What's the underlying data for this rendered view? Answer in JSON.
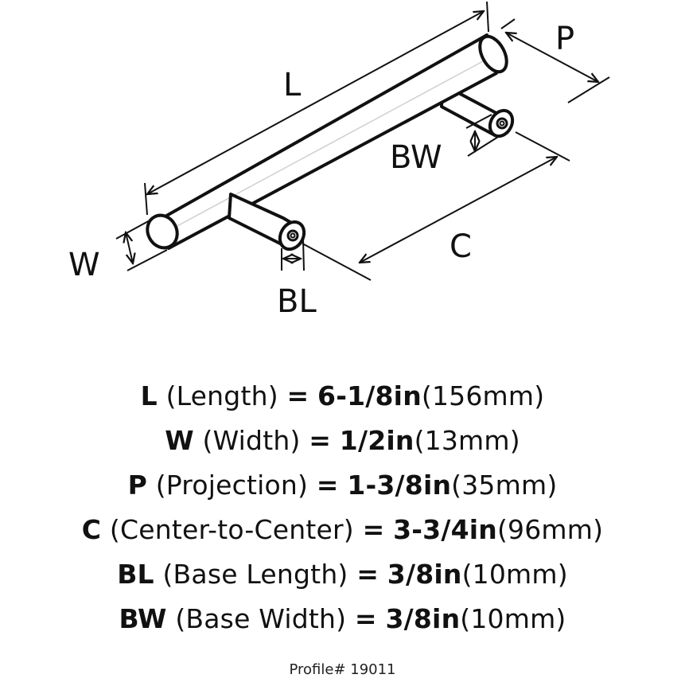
{
  "diagram": {
    "labels": {
      "L": "L",
      "P": "P",
      "BW": "BW",
      "C": "C",
      "W": "W",
      "BL": "BL"
    }
  },
  "specs": [
    {
      "code": "L",
      "desc": "(Length)",
      "eq": "=",
      "imperial": "6-1/8in",
      "metric": "(156mm)"
    },
    {
      "code": "W",
      "desc": "(Width)",
      "eq": "=",
      "imperial": "1/2in",
      "metric": "(13mm)"
    },
    {
      "code": "P",
      "desc": "(Projection)",
      "eq": "=",
      "imperial": "1-3/8in",
      "metric": "(35mm)"
    },
    {
      "code": "C",
      "desc": "(Center-to-Center)",
      "eq": "=",
      "imperial": "3-3/4in",
      "metric": "(96mm)"
    },
    {
      "code": "BL",
      "desc": "(Base Length)",
      "eq": "=",
      "imperial": "3/8in",
      "metric": "(10mm)"
    },
    {
      "code": "BW",
      "desc": "(Base Width)",
      "eq": "=",
      "imperial": "3/8in",
      "metric": "(10mm)"
    }
  ],
  "profile": "Profile# 19011"
}
